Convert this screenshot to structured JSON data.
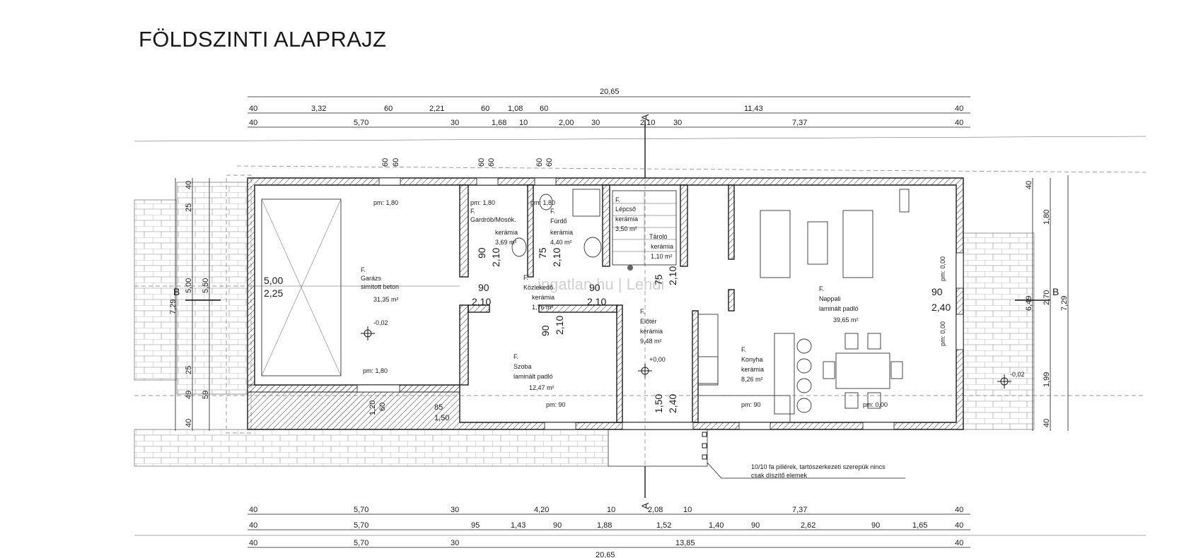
{
  "title": "FÖLDSZINTI ALAPRAJZ",
  "watermark": "ingatlan.hu | Lendi",
  "dims": {
    "top_total": "20,65",
    "top1": [
      "40",
      "3,32",
      "60",
      "2,21",
      "60",
      "1,08",
      "60",
      "11,43",
      "40"
    ],
    "top2": [
      "40",
      "5,70",
      "30",
      "1,68",
      "10",
      "2,00",
      "30",
      "2,10",
      "30",
      "7,37",
      "40"
    ],
    "bot1": [
      "40",
      "5,70",
      "30",
      "4,20",
      "10",
      "2,08",
      "10",
      "7,37",
      "40"
    ],
    "bot2": [
      "40",
      "5,70",
      "95",
      "1,43",
      "90",
      "1,88",
      "1,52",
      "1,40",
      "90",
      "2,62",
      "90",
      "1,65",
      "40"
    ],
    "bot3": [
      "40",
      "5,70",
      "30",
      "13,85",
      "40"
    ],
    "bot_total": "20,65",
    "left_outer": "7,29",
    "left_inner": [
      "40",
      "25",
      "5,00",
      "5,50",
      "25",
      "49",
      "59",
      "40"
    ],
    "right_outer": "7,29",
    "right_inner": [
      "40",
      "1,80",
      "2,70",
      "1,99",
      "40",
      "6,49"
    ]
  },
  "rooms": {
    "garage": {
      "f": "F.",
      "name": "Garázs",
      "finish": "simított beton",
      "area": "31,35 m²",
      "door_w": "5,00",
      "door_h": "2,25",
      "level": "-0,02",
      "sill_top": "pm: 1,80",
      "sill_bot": "pm: 1,80"
    },
    "wardrobe": {
      "f": "F.",
      "name": "Gardrób/Mosók.",
      "finish": "kerámia",
      "area": "3,69 m²",
      "sill": "pm: 1,80"
    },
    "bath": {
      "f": "F.",
      "name": "Fürdő",
      "finish": "kerámia",
      "area": "4,40 m²",
      "sill": "pm: 1,80"
    },
    "stair": {
      "f": "F.",
      "name": "Lépcső",
      "finish": "kerámia",
      "area": "3,50 m²"
    },
    "storage": {
      "f": "F.",
      "name": "Tároló",
      "finish": "kerámia",
      "area": "1,10 m²"
    },
    "corridor": {
      "f": "F.",
      "name": "Közlekedő",
      "finish": "kerámia",
      "area": "1,76 m²"
    },
    "room": {
      "f": "F.",
      "name": "Szoba",
      "finish": "laminált padló",
      "area": "12,47 m²",
      "sill": "pm: 90"
    },
    "hall": {
      "f": "F.",
      "name": "Előtér",
      "finish": "kerámia",
      "area": "9,48 m²",
      "level": "+0,00"
    },
    "kitchen": {
      "f": "F.",
      "name": "Konyha",
      "finish": "kerámia",
      "area": "8,26 m²",
      "sill": "pm: 90"
    },
    "living": {
      "f": "F.",
      "name": "Nappali",
      "finish": "laminált padló",
      "area": "39,65 m²",
      "sill": "pm: 0,00",
      "sill2": "pm: 0,00",
      "sill3": "pm: 0,00"
    }
  },
  "openings": {
    "w60": "60",
    "d90": "90",
    "h210": "2,10",
    "d75": "75",
    "d150": "1,50",
    "h240": "2,40",
    "w120": "1,20",
    "d85": "85"
  },
  "section_labels": {
    "a": "A",
    "b": "B"
  },
  "terrace_level": "-0,02",
  "note": [
    "10/10 fa pillérek, tartószerkezeti szerepük nincs",
    "csak díszítő elemek"
  ]
}
